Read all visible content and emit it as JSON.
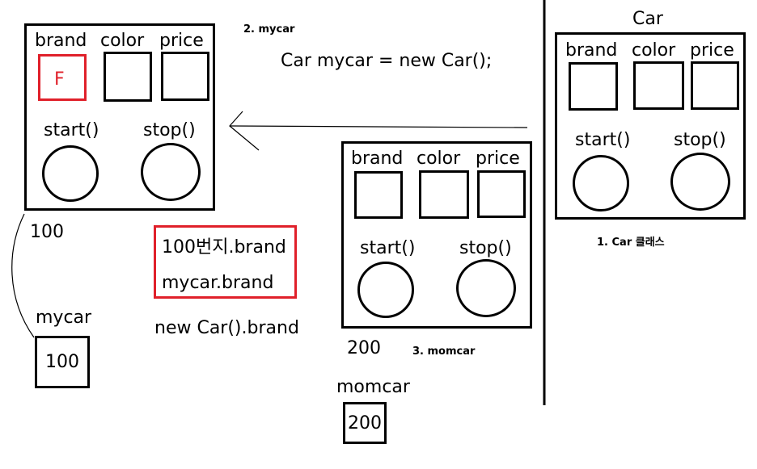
{
  "fields": {
    "brand": "brand",
    "color": "color",
    "price": "price"
  },
  "methods": {
    "start": "start()",
    "stop": "stop()"
  },
  "mycar_object": {
    "brand_value": "F",
    "address": "100"
  },
  "momcar_object": {
    "address": "200"
  },
  "car_class": {
    "title": "Car",
    "caption": "1. Car 클래스"
  },
  "step2_caption": "2. mycar",
  "step3_caption": "3. momcar",
  "code_line": "Car mycar = new Car();",
  "access_box": {
    "line1": "100번지.brand",
    "line2": "mycar.brand"
  },
  "access_extra": "new Car().brand",
  "variables": {
    "mycar": {
      "name": "mycar",
      "value": "100"
    },
    "momcar": {
      "name": "momcar",
      "value": "200"
    }
  },
  "colors": {
    "highlight": "#e0202a",
    "stroke": "#000000"
  }
}
